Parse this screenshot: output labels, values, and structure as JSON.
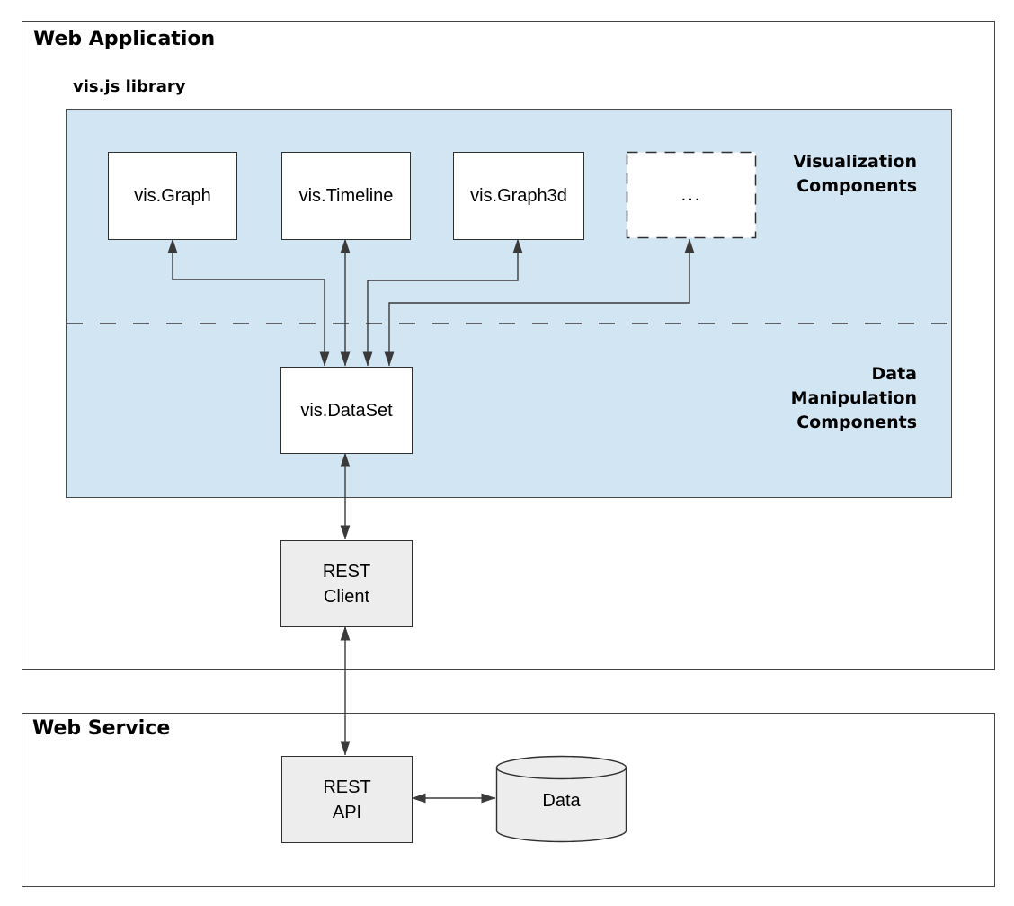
{
  "web_application": {
    "title": "Web Application"
  },
  "web_service": {
    "title": "Web Service"
  },
  "library": {
    "title": "vis.js library"
  },
  "nodes": {
    "vis_graph": "vis.Graph",
    "vis_timeline": "vis.Timeline",
    "vis_graph3d": "vis.Graph3d",
    "more": "...",
    "vis_dataset": "vis.DataSet",
    "rest_client": {
      "line1": "REST",
      "line2": "Client"
    },
    "rest_api": {
      "line1": "REST",
      "line2": "API"
    },
    "data_store": "Data"
  },
  "labels": {
    "visualization_components": [
      "Visualization",
      "Components"
    ],
    "data_manipulation_components": [
      "Data",
      "Manipulation",
      "Components"
    ]
  },
  "colors": {
    "panel_fill": "#d2e5f2",
    "node_fill_white": "#ffffff",
    "node_fill_gray": "#ededed",
    "line": "#3a3a3a"
  }
}
